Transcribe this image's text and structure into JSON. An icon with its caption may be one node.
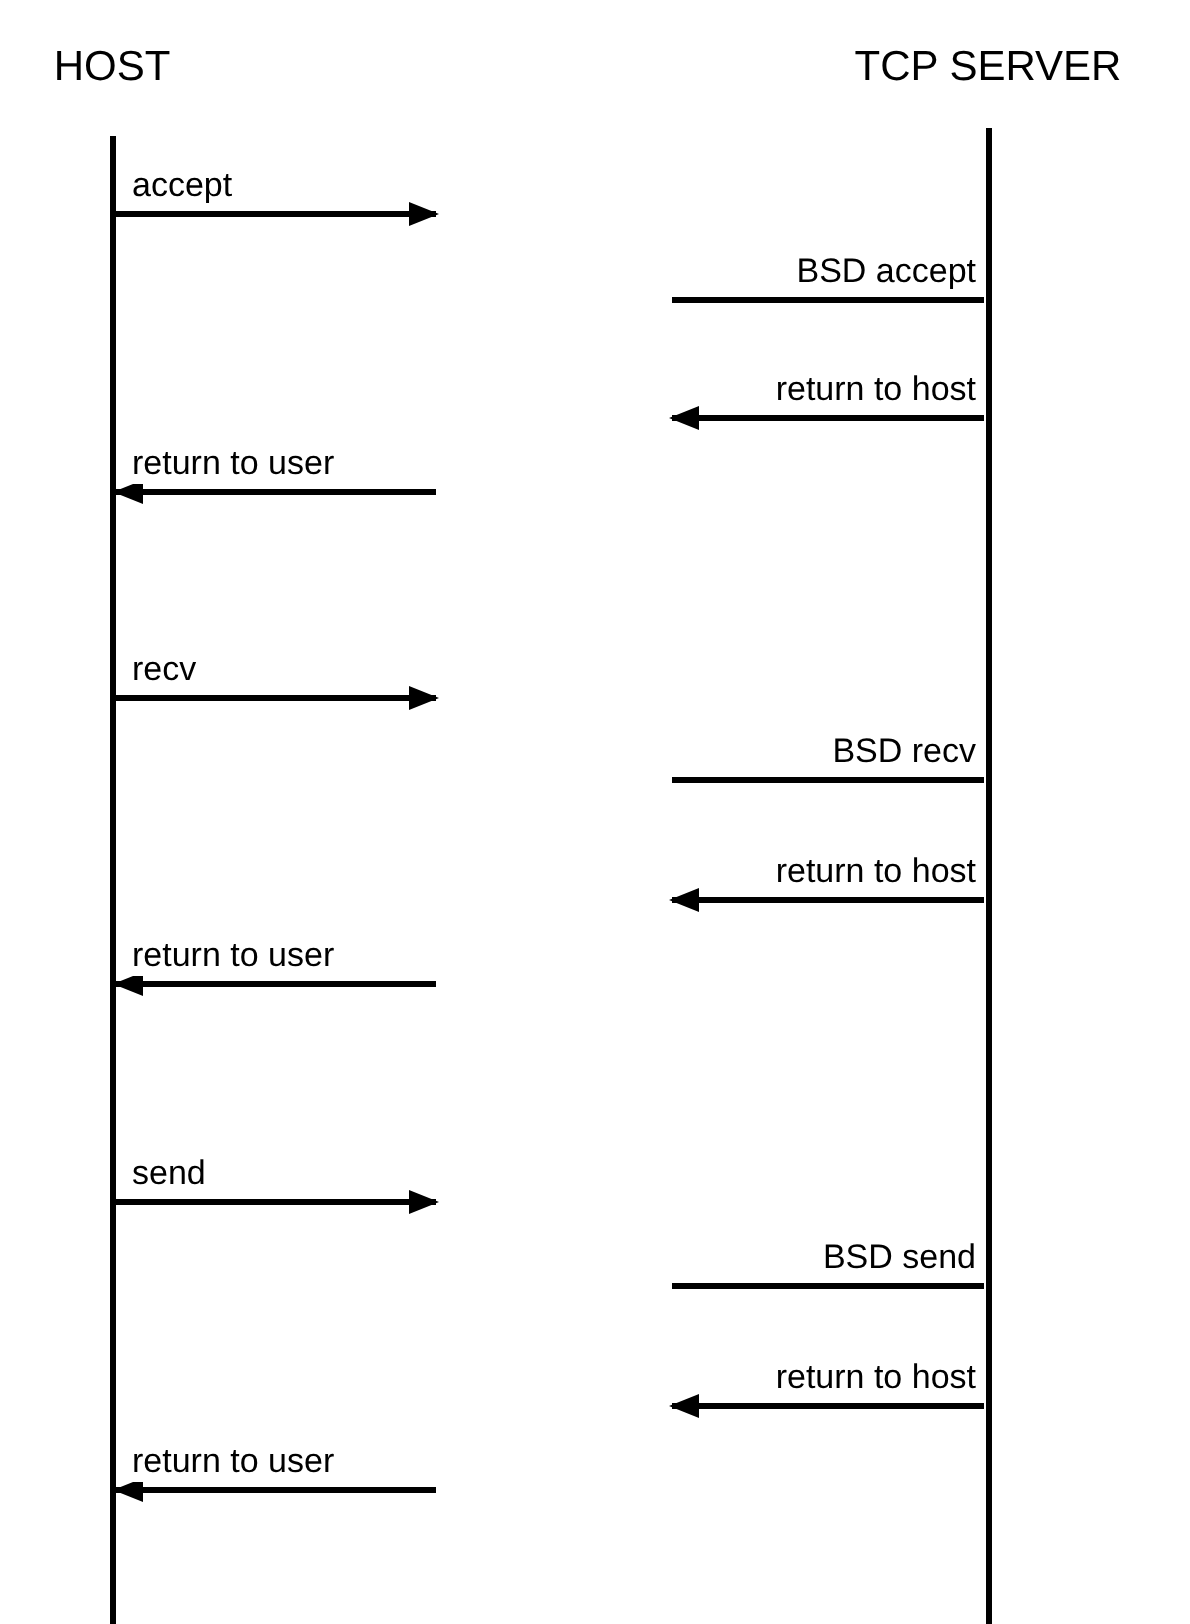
{
  "diagram": {
    "nodes": [
      {
        "text": [
          "HOST"
        ]
      },
      {
        "text": [
          "TCP SERVER"
        ]
      }
    ],
    "edges": [
      {
        "from": 0,
        "to": null,
        "arrow": "to",
        "label": "accept"
      },
      {
        "from": 1,
        "to": null,
        "arrow": "none",
        "label": "BSD accept"
      },
      {
        "from": 1,
        "to": null,
        "arrow": "to",
        "label": "return to host"
      },
      {
        "from": null,
        "to": 0,
        "arrow": "to",
        "label": "return to user"
      },
      {
        "from": 0,
        "to": null,
        "arrow": "to",
        "label": "recv"
      },
      {
        "from": 1,
        "to": null,
        "arrow": "none",
        "label": "BSD recv"
      },
      {
        "from": 1,
        "to": null,
        "arrow": "to",
        "label": "return to host"
      },
      {
        "from": null,
        "to": 0,
        "arrow": "to",
        "label": "return to user"
      },
      {
        "from": 0,
        "to": null,
        "arrow": "to",
        "label": "send"
      },
      {
        "from": 1,
        "to": null,
        "arrow": "none",
        "label": "BSD send"
      },
      {
        "from": 1,
        "to": null,
        "arrow": "to",
        "label": "return to host"
      },
      {
        "from": null,
        "to": 0,
        "arrow": "to",
        "label": "return to user"
      }
    ]
  }
}
